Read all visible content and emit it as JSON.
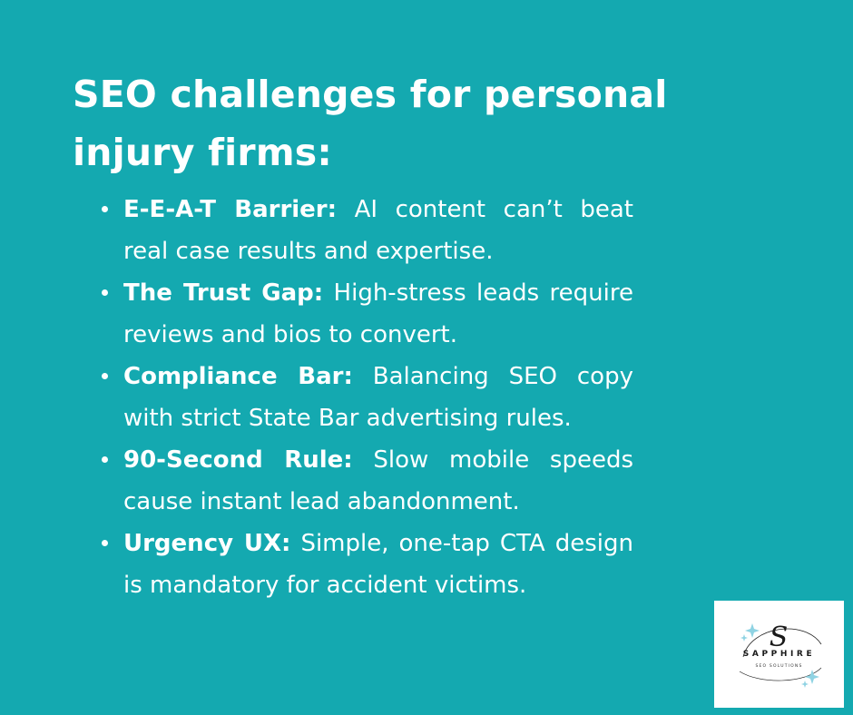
{
  "heading": "SEO challenges for personal injury firms:",
  "items": [
    {
      "term": "E-E-A-T Barrier:",
      "text": " AI content can’t beat real case results and expertise."
    },
    {
      "term": "The Trust Gap:",
      "text": " High-stress leads require reviews and bios to convert."
    },
    {
      "term": "Compliance Bar:",
      "text": " Balancing SEO copy with strict State Bar advertising rules."
    },
    {
      "term": "90-Second Rule:",
      "text": " Slow mobile speeds cause instant lead abandonment."
    },
    {
      "term": "Urgency UX:",
      "text": " Simple, one-tap CTA design is mandatory for accident victims."
    }
  ],
  "logo": {
    "letter": "S",
    "name": "SAPPHIRE",
    "tagline": "SEO SOLUTIONS"
  },
  "colors": {
    "background": "#14a9b0",
    "text": "#ffffff",
    "sparkle": "#8fd3e3"
  },
  "icons": [
    "sparkle-icon"
  ]
}
